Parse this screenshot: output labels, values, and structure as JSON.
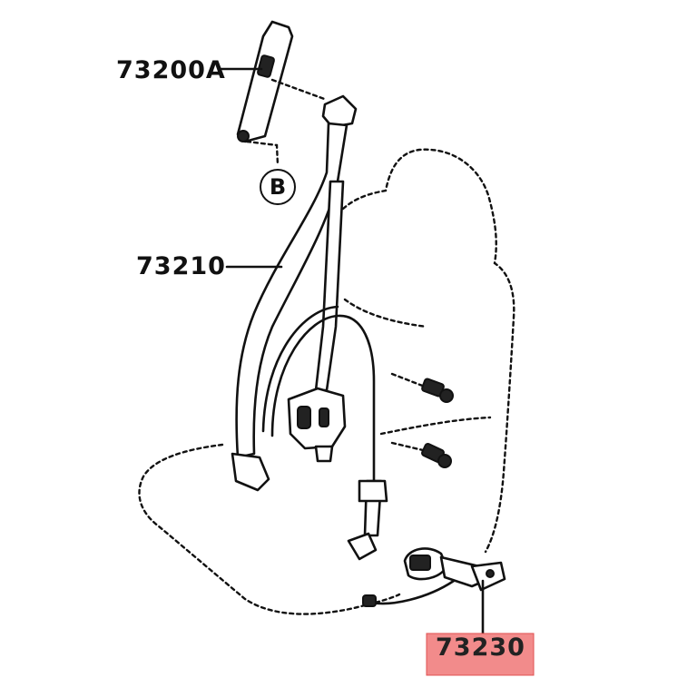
{
  "diagram": {
    "parts": {
      "anchor_adjuster": {
        "label": "73200A"
      },
      "outer_belt": {
        "label": "73210"
      },
      "inner_buckle": {
        "label": "73230",
        "highlight_color": "#f28b8b"
      }
    },
    "reference_marker": {
      "label": "B"
    },
    "colors": {
      "line": "#111111",
      "background": "#ffffff",
      "highlight": "#f28b8b"
    }
  }
}
